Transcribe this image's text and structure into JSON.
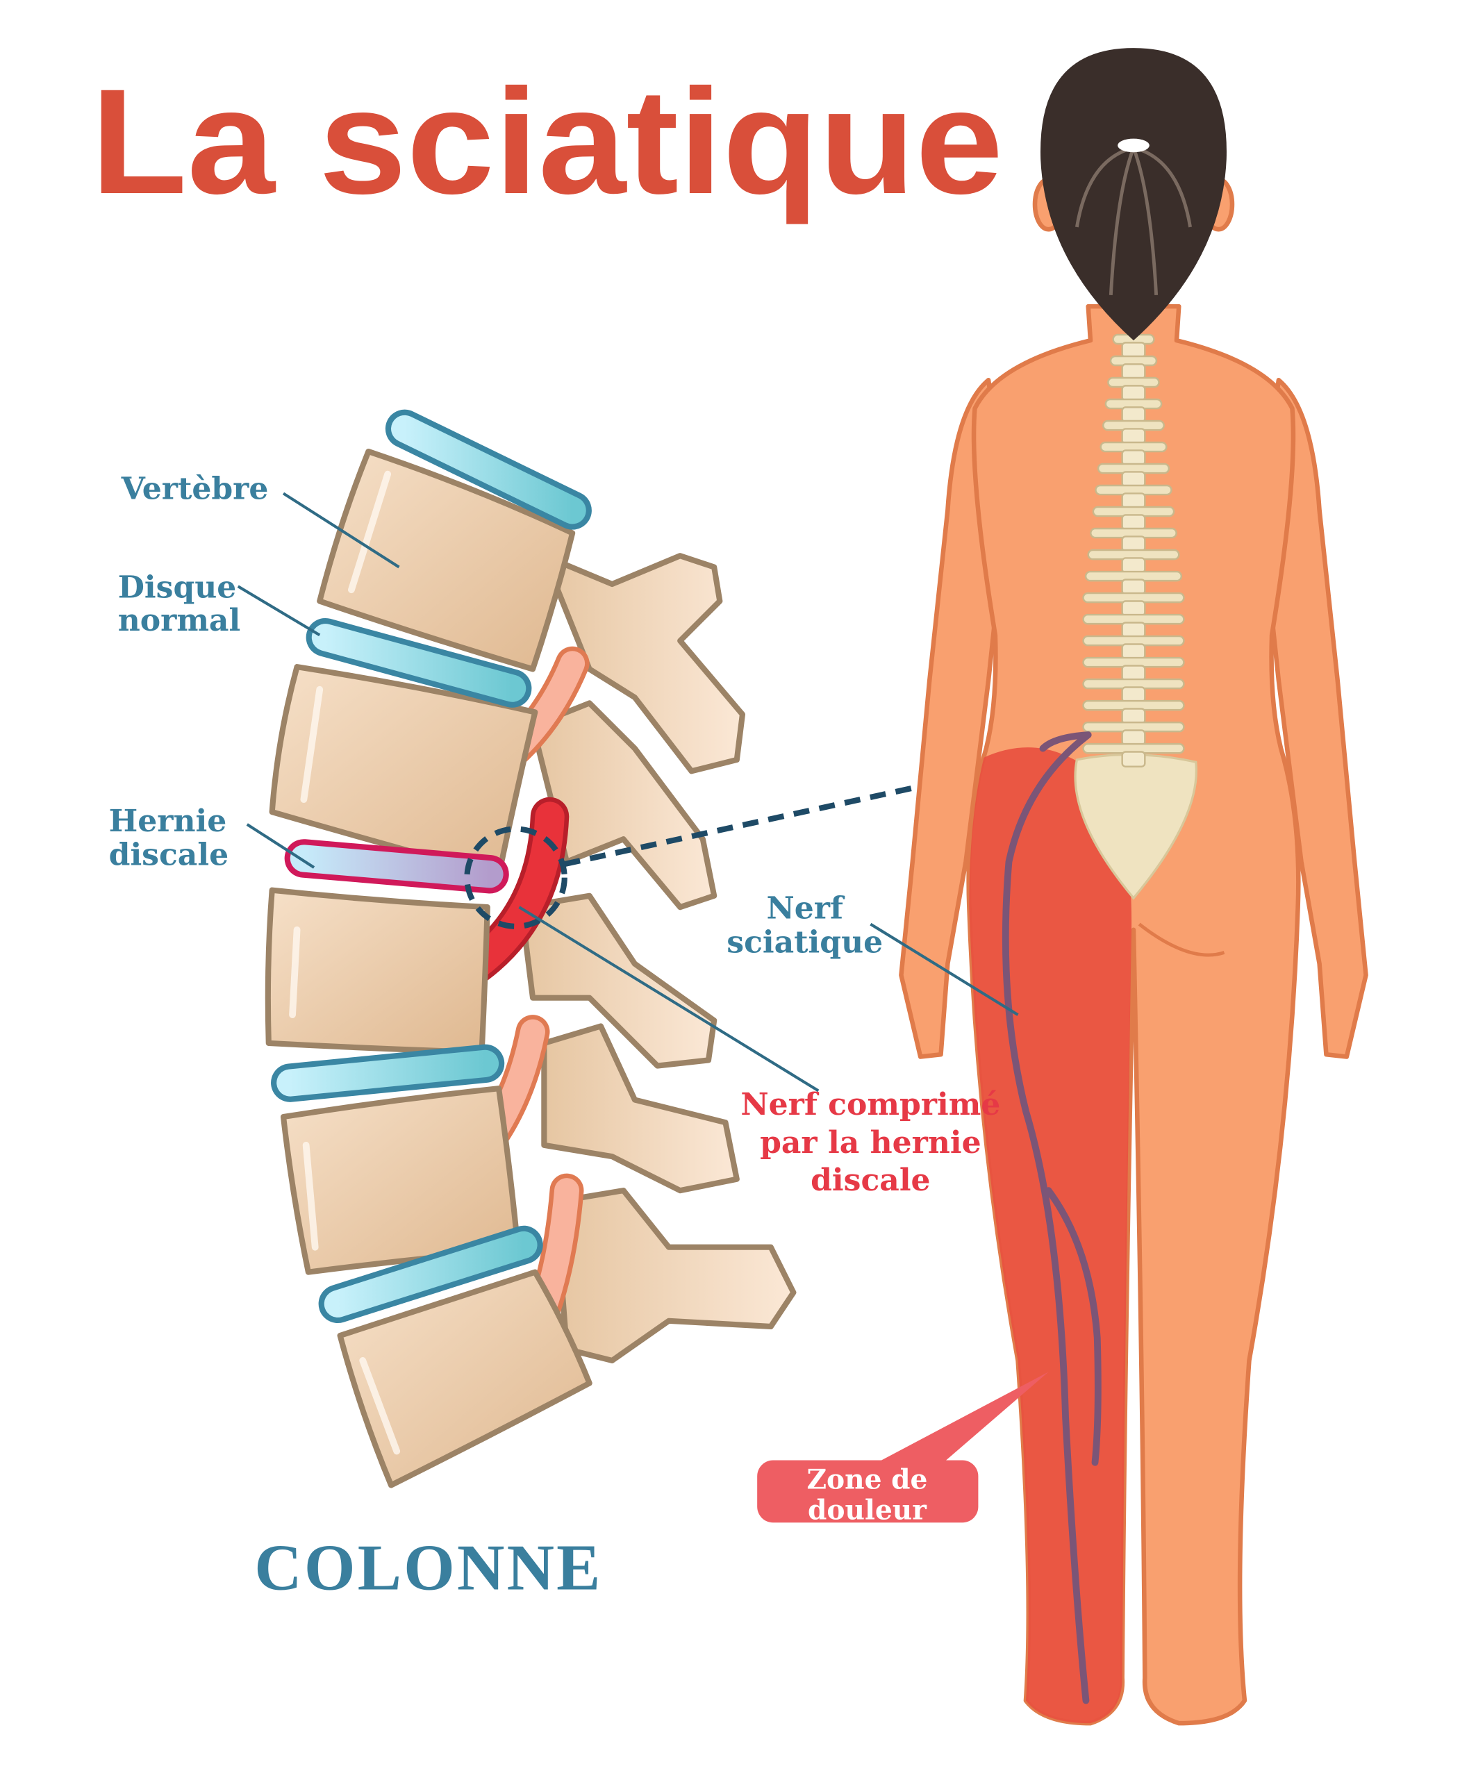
{
  "title": "La sciatique",
  "labels": {
    "vertebra": "Vertèbre",
    "normal_disc_line1": "Disque",
    "normal_disc_line2": "normal",
    "herniated_disc_line1": "Hernie",
    "herniated_disc_line2": "discale",
    "sciatic_nerve_line1": "Nerf",
    "sciatic_nerve_line2": "sciatique",
    "compressed_nerve_line1": "Nerf comprimé",
    "compressed_nerve_line2": "par la hernie",
    "compressed_nerve_line3": "discale",
    "pain_zone_line1": "Zone de",
    "pain_zone_line2": "douleur",
    "spine_caption": "COLONNE"
  },
  "colors": {
    "title": "#d94f3a",
    "label_blue": "#3a7f9e",
    "label_red": "#e63946",
    "pain_badge": "#ee5e63",
    "skin": "#f9a06f",
    "pain_leg": "#e8503f",
    "nerve": "#7b5577",
    "bone": "#ecd1b0",
    "disc": "#a8e3ef",
    "hair": "#3a2e2a"
  }
}
